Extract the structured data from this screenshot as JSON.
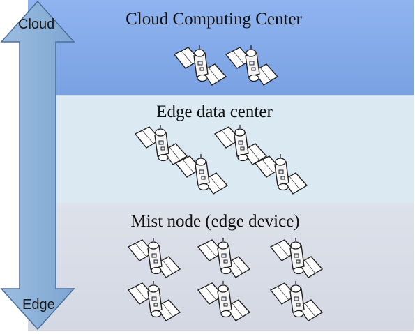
{
  "arrow": {
    "top_label": "Cloud",
    "bottom_label": "Edge"
  },
  "layers": {
    "cloud": {
      "title": "Cloud Computing Center",
      "icon": "satellite-icon",
      "node_count": 2
    },
    "edge_data_center": {
      "title": "Edge data center",
      "icon": "satellite-icon",
      "node_count": 4
    },
    "mist": {
      "title": "Mist node (edge device)",
      "icon": "satellite-icon",
      "node_count": 6
    }
  },
  "colors": {
    "cloud_layer": "#8fb4f0",
    "edge_layer": "#dbeaf2",
    "mist_layer": "#d8dde7",
    "arrow_fill": "#8fb3d9",
    "arrow_stroke": "#4a6f9c"
  }
}
